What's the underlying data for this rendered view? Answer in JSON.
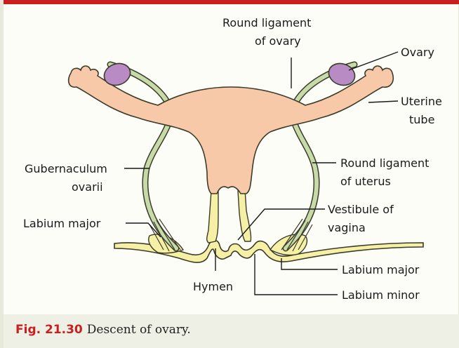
{
  "labels": {
    "round_ligament_ovary_line1": "Round  ligament",
    "round_ligament_ovary_line2": "of ovary",
    "ovary": "Ovary",
    "uterine_tube_line1": "Uterine",
    "uterine_tube_line2": "tube",
    "gubernaculum_line1": "Gubernaculum",
    "gubernaculum_line2": "ovarii",
    "round_ligament_uterus_line1": "Round ligament",
    "round_ligament_uterus_line2": "of uterus",
    "labium_major_left": "Labium major",
    "vestibule_line1": "Vestibule of",
    "vestibule_line2": "vagina",
    "labium_major_right": "Labium major",
    "hymen": "Hymen",
    "labium_minor": "Labium minor"
  },
  "caption": {
    "number": "Fig. 21.30",
    "text": "Descent of ovary."
  },
  "colors": {
    "accent_red": "#c9201f",
    "uterus_fill": "#f7c9a8",
    "ovary_fill": "#b98bc4",
    "ligament_fill": "#c6dba8",
    "labia_fill": "#f6f0a6"
  }
}
